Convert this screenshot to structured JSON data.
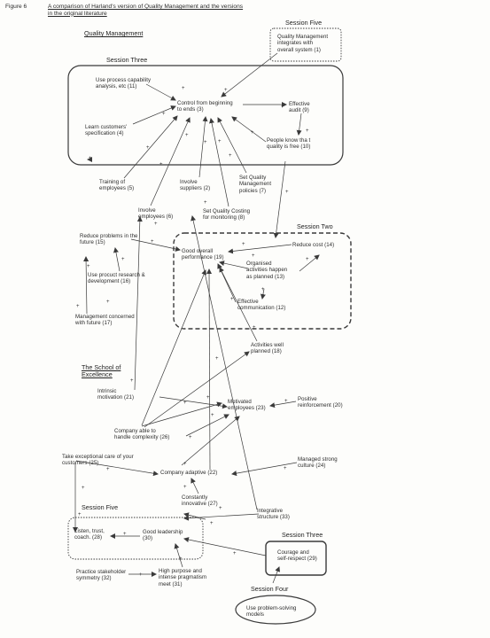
{
  "figure": {
    "number": "Figure 6",
    "caption": "A comparison of Harland's version of Quality Management and the versions\nin the original literature"
  },
  "headers": {
    "quality_management": "Quality Management",
    "school_of_excellence": "The School of\nExcellence",
    "session_one": "Session Three",
    "session_five_top": "Session Five",
    "session_two": "Session Two",
    "session_five_bottom": "Session Five",
    "session_three_bottom": "Session Three",
    "session_four": "Session Four"
  },
  "nodes": {
    "n1": "Quality Management\nintegrates with\noverall system (1)",
    "n11": "Use process capability\nanalysis, etc (11)",
    "n3": "Control from beginning\nto ends (3)",
    "n9": "Effective\naudit (9)",
    "n4": "Learn customers'\nspecification (4)",
    "n10": "People know tha t\nquality is free (10)",
    "n5": "Training of\nemployees (5)",
    "n2": "Involve\nsuppliers (2)",
    "n7": "Set Quality\nManagement\npolicies (7)",
    "n6": "Involve\nemployees (6)",
    "n8": "Set Quality Costing\nfor monitoring (8)",
    "n15": "Reduce problems in the\nfuture (15)",
    "n14": "Reduce cost (14)",
    "n19": "Good overall\nperformance (19)",
    "n13": "Organised\nactivities happen\nas planned (13)",
    "n16": "Use procuct research &\ndevelopment (16)",
    "n12": "Effective\ncommunication (12)",
    "n17": "Management concerned\nwith future (17)",
    "n18": "Activities well\nplanned (18)",
    "n21": "Intrinsic\nmotivation (21)",
    "n20": "Positive\nreinforcement (20)",
    "n23": "Motivated\nemployees (23)",
    "n26": "Company able to\nhandle complexity (26)",
    "n25": "Take exceptional care of your\ncustomers (25)",
    "n24": "Managed strong\nculture (24)",
    "n22": "Company adaptive (22)",
    "n27": "Constantly\ninnovative (27)",
    "n33": "Integrative\nstructure (33)",
    "n28": "Listen, trust,\ncoach. (28)",
    "n30": "Good leadership\n(30)",
    "n29": "Courage and\nself-respect (29)",
    "n32": "Practice stakeholder\nsymmetry (32)",
    "n31": "High purpose and\nintense pragmatism\nmeet (31)",
    "n34": "Use problem-solving\nmodels"
  },
  "link_sign": "+",
  "colors": {
    "ink": "#2a2a2a",
    "line": "#3a3a3a",
    "background": "#fdfdfb"
  }
}
